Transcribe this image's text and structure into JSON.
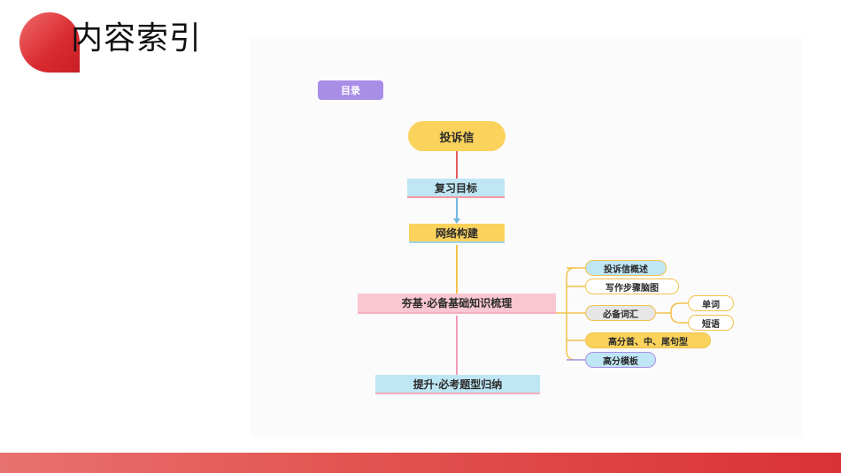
{
  "slide": {
    "title": "内容索引"
  },
  "mindmap": {
    "toc_label": "目录",
    "root": "投诉信",
    "main_nodes": {
      "goal": "复习目标",
      "network": "网络构建",
      "basics": "夯基·必备基础知识梳理",
      "exam": "提升·必考题型归纳"
    },
    "branches": {
      "overview": "投诉信概述",
      "steps": "写作步骤脑图",
      "vocab": "必备词汇",
      "word": "单词",
      "phrase": "短语",
      "sentences": "高分首、中、尾句型",
      "template": "高分模板"
    }
  },
  "colors": {
    "accent_red": "#d92a2f",
    "node_yellow": "#fad25c",
    "node_blue": "#bfe6f4",
    "node_pink": "#f9c7d2",
    "toc_purple": "#a98ee8"
  }
}
